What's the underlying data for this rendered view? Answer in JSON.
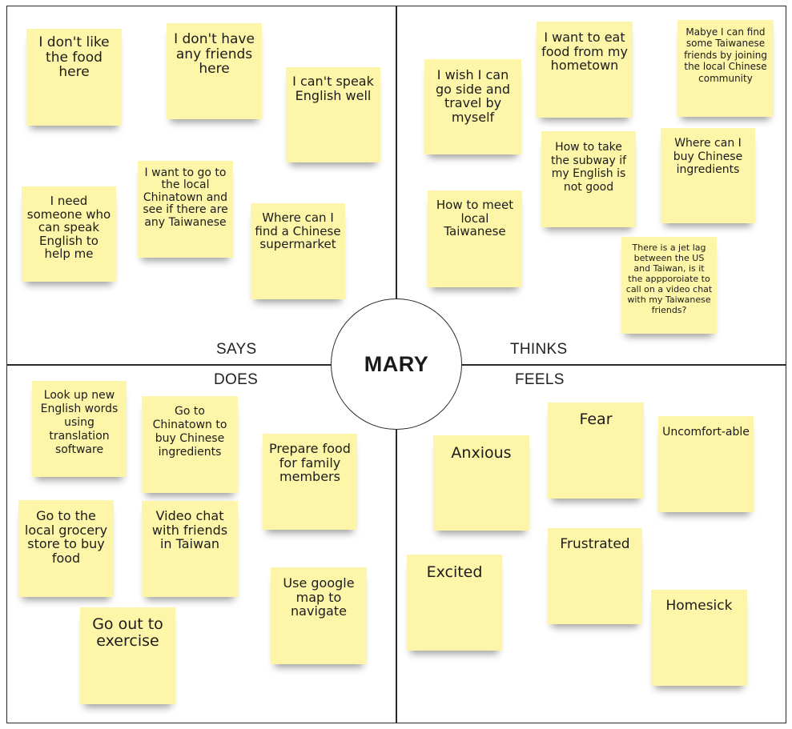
{
  "center": {
    "label": "MARY"
  },
  "quadrants": {
    "says": "SAYS",
    "thinks": "THINKS",
    "does": "DOES",
    "feels": "FEELS"
  },
  "notes": {
    "says": [
      "I don't like the food here",
      "I don't have any friends here",
      "I can't speak English well",
      "I want to go to the local Chinatown and see if there are any Taiwanese",
      "I need someone who can speak English to help me",
      "Where can I find a Chinese supermarket"
    ],
    "thinks": [
      "I wish I can go side and travel by myself",
      "I want to eat food from my hometown",
      "Mabye I can find some Taiwanese friends by joining the local Chinese community",
      "How to take the subway if my English is not good",
      "Where can I buy Chinese ingredients",
      "How to meet local Taiwanese",
      "There is a jet lag between the US and Taiwan, is it the appporoiate to call on a video chat with my Taiwanese friends?"
    ],
    "does": [
      "Look up new English words using translation software",
      "Go to Chinatown to buy Chinese ingredients",
      "Prepare food for family members",
      "Go to the local grocery store to buy food",
      "Video chat with friends in Taiwan",
      "Use google map to navigate",
      "Go out to exercise"
    ],
    "feels": [
      "Fear",
      "Uncomfort-able",
      "Anxious",
      "Frustrated",
      "Excited",
      "Homesick"
    ]
  }
}
